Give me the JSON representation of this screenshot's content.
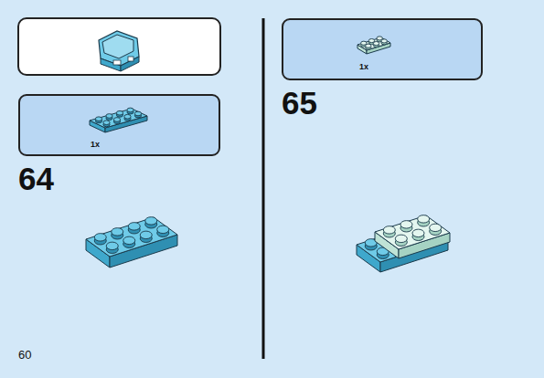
{
  "diagram": {
    "nodes": [
      {
        "text": [
          "1x"
        ]
      },
      {
        "text": [
          "1x"
        ]
      }
    ],
    "labels": [
      "64",
      "65",
      "60"
    ]
  }
}
